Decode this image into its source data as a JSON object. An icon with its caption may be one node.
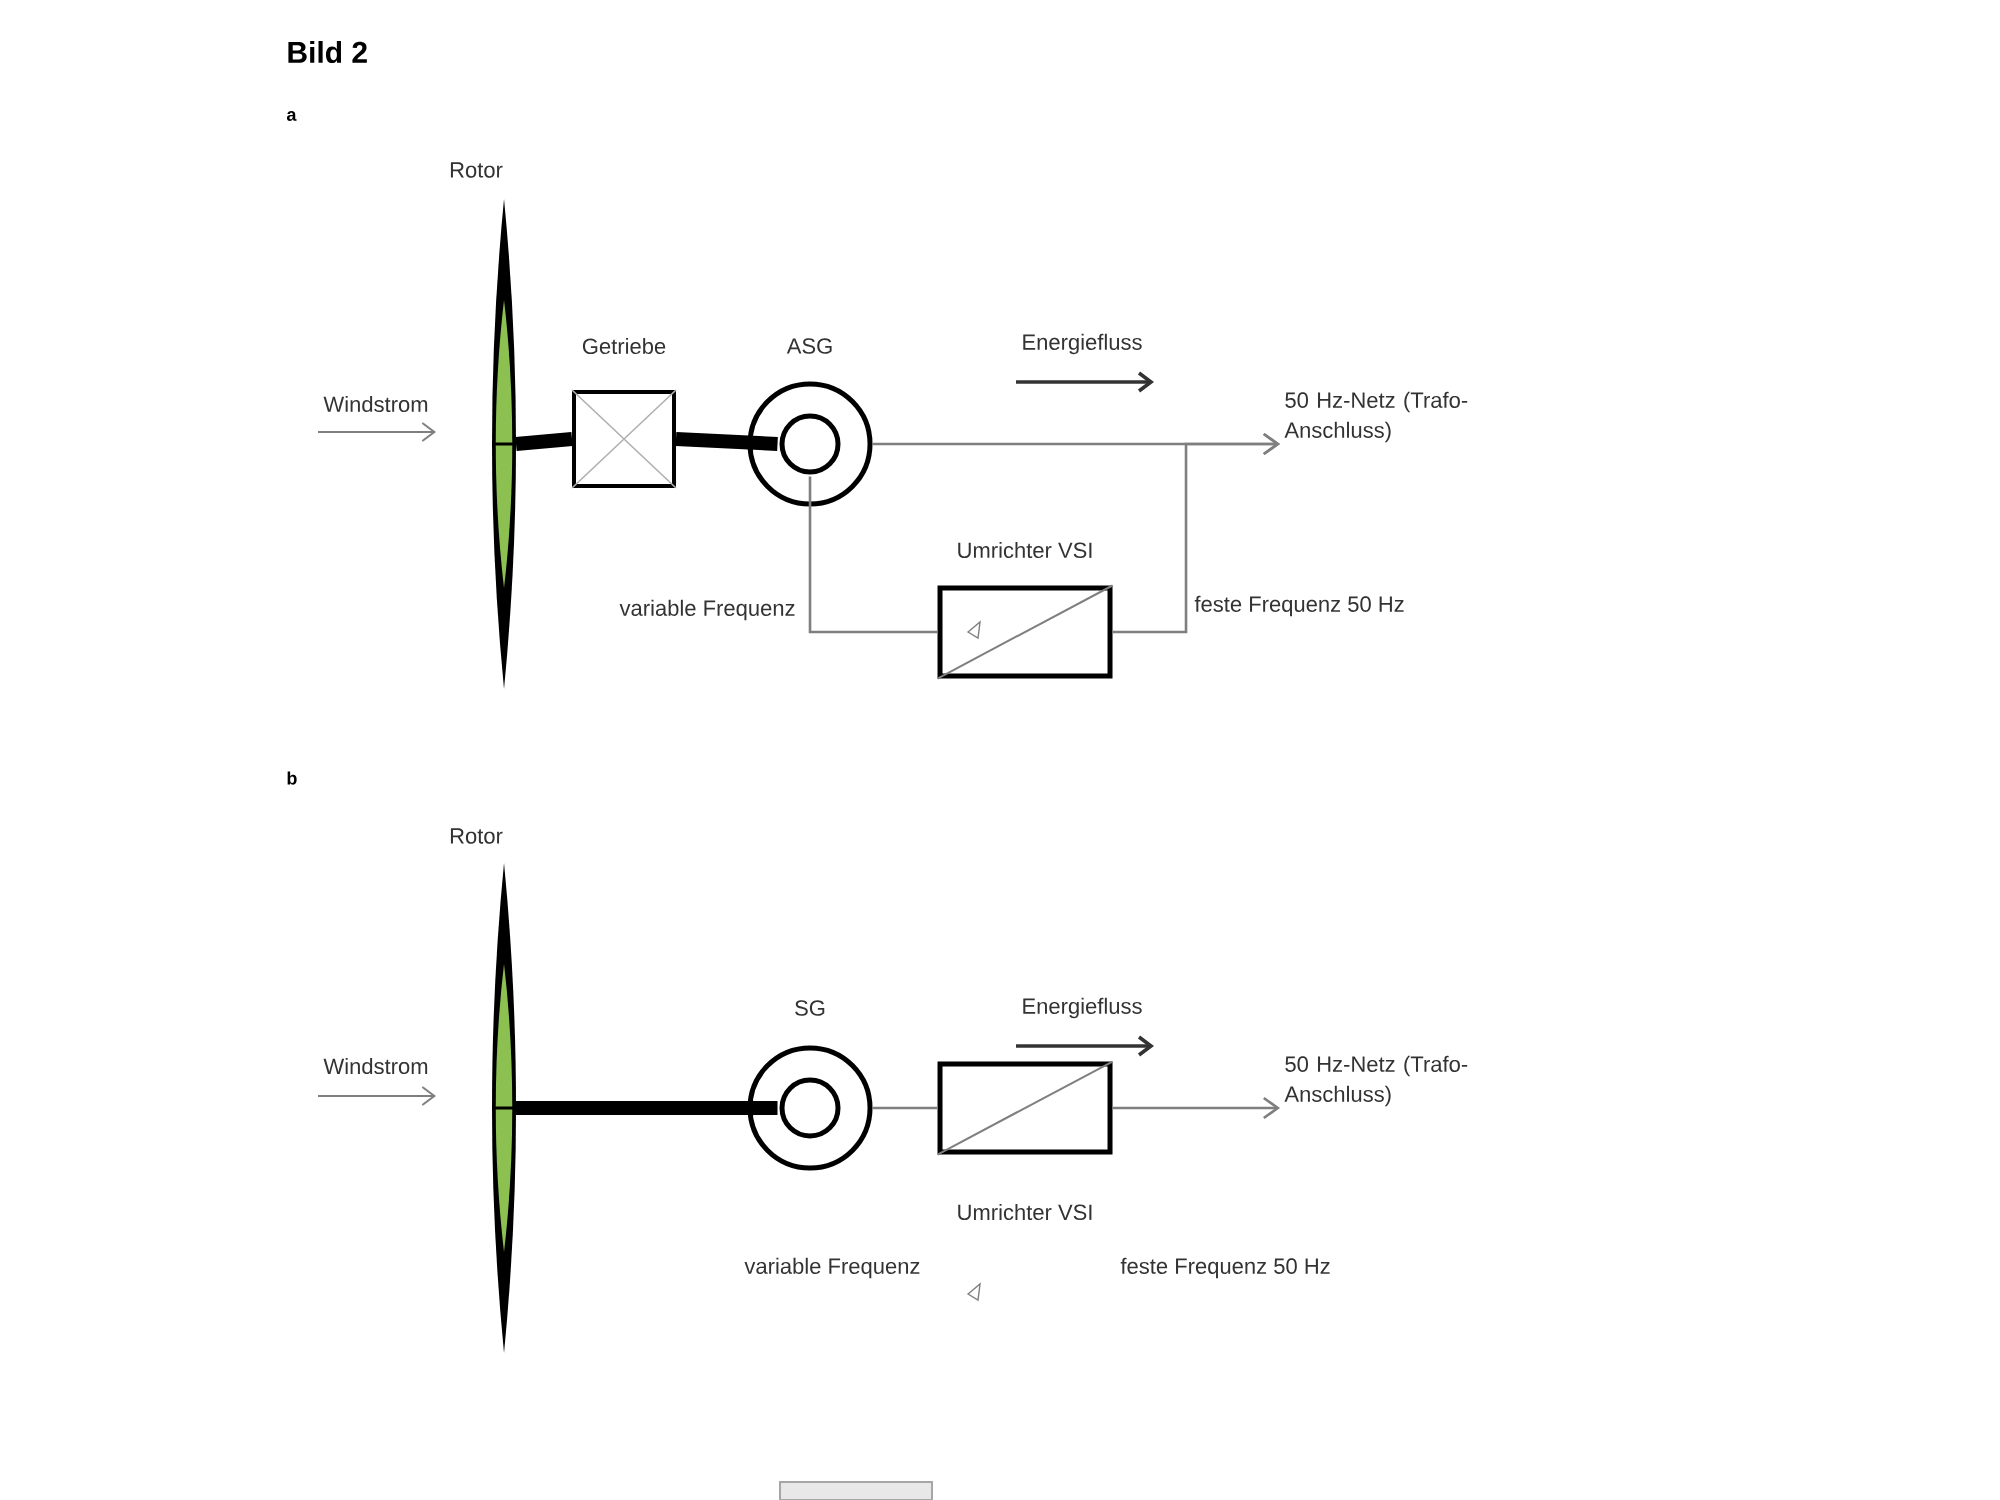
{
  "diagram": {
    "title": "Bild 2",
    "nodes": [
      {
        "text": [
          "Rotor"
        ]
      },
      {
        "text": [
          "Getriebe"
        ]
      },
      {
        "text": [
          "ASG"
        ]
      },
      {
        "text": [
          "50 Hz-Netz (Trafo- Anschluss)"
        ]
      },
      {
        "text": [
          "Umrichter VSI"
        ]
      },
      {
        "text": [
          "Rotor"
        ]
      },
      {
        "text": [
          "SG"
        ]
      },
      {
        "text": [
          "Umrichter VSI"
        ]
      },
      {
        "text": [
          "50 Hz-Netz (Trafo- Anschluss)"
        ]
      }
    ],
    "edges": [
      {
        "from": 0,
        "to": 1,
        "arrow": "none",
        "style": "thick",
        "color": "#000000"
      },
      {
        "from": 1,
        "to": 2,
        "arrow": "none",
        "style": "thick",
        "color": "#000000"
      },
      {
        "from": 2,
        "to": 3,
        "arrow": "to"
      },
      {
        "from": 2,
        "to": 4,
        "arrow": "none"
      },
      {
        "from": 4,
        "to": 3,
        "arrow": "to"
      },
      {
        "from": 5,
        "to": 6,
        "arrow": "none",
        "style": "thick",
        "color": "#000000"
      },
      {
        "from": 6,
        "to": 7,
        "arrow": "none"
      },
      {
        "from": 7,
        "to": 8,
        "arrow": "to"
      }
    ],
    "labels": [
      "a",
      "Energiefluss",
      "Windstrom",
      "variable Frequenz",
      "feste Frequenz 50 Hz",
      "b",
      "Energiefluss",
      "Windstrom",
      "variable Frequenz",
      "feste Frequenz 50 Hz"
    ]
  }
}
